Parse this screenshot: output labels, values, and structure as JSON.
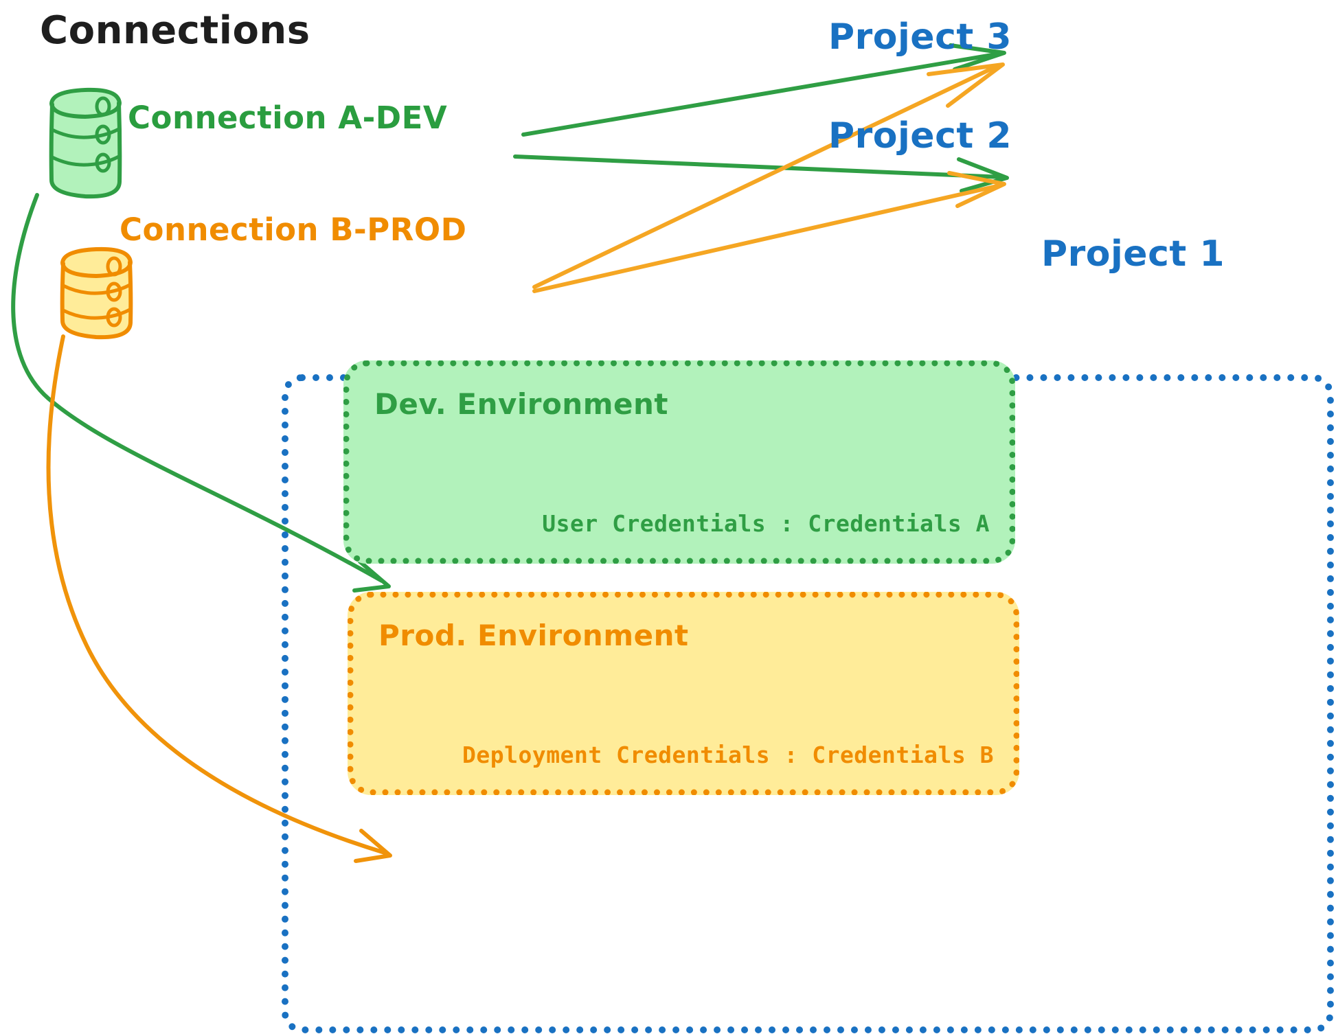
{
  "title": "Connections",
  "colors": {
    "green_stroke": "#2f9e44",
    "green_fill": "#b2f2bb",
    "orange_stroke": "#f08c00",
    "orange_fill": "#ffec99",
    "blue": "#1971c2",
    "black": "#1e1e1e"
  },
  "connections": [
    {
      "id": "a-dev",
      "label": "Connection A-DEV",
      "color": "#2a9d3f",
      "icon": "database-cylinder-icon"
    },
    {
      "id": "b-prod",
      "label": "Connection B-PROD",
      "color": "#f08c00",
      "icon": "database-cylinder-icon"
    }
  ],
  "projects": [
    {
      "id": "project-3",
      "label": "Project 3"
    },
    {
      "id": "project-2",
      "label": "Project 2"
    },
    {
      "id": "project-1",
      "label": "Project 1"
    }
  ],
  "environments": [
    {
      "id": "dev",
      "title": "Dev. Environment",
      "credentials_label": "User Credentials",
      "credentials_value": "Credentials A",
      "credentials_line": "User Credentials : Credentials A",
      "color": "#2f9e44",
      "fill": "#b2f2bb"
    },
    {
      "id": "prod",
      "title": "Prod. Environment",
      "credentials_label": "Deployment Credentials",
      "credentials_value": "Credentials B",
      "credentials_line": "Deployment Credentials : Credentials B",
      "color": "#f08c00",
      "fill": "#ffec99"
    }
  ],
  "edges": [
    {
      "from": "a-dev",
      "to": "project-3",
      "color": "#2f9e44",
      "style": "straight-arrow"
    },
    {
      "from": "a-dev",
      "to": "project-2",
      "color": "#2f9e44",
      "style": "straight-arrow"
    },
    {
      "from": "a-dev",
      "to": "dev",
      "color": "#2f9e44",
      "style": "curved-arrow"
    },
    {
      "from": "b-prod",
      "to": "project-3",
      "color": "#f5a623",
      "style": "straight-arrow"
    },
    {
      "from": "b-prod",
      "to": "project-2",
      "color": "#f5a623",
      "style": "straight-arrow"
    },
    {
      "from": "b-prod",
      "to": "prod",
      "color": "#f0930a",
      "style": "curved-arrow"
    }
  ]
}
